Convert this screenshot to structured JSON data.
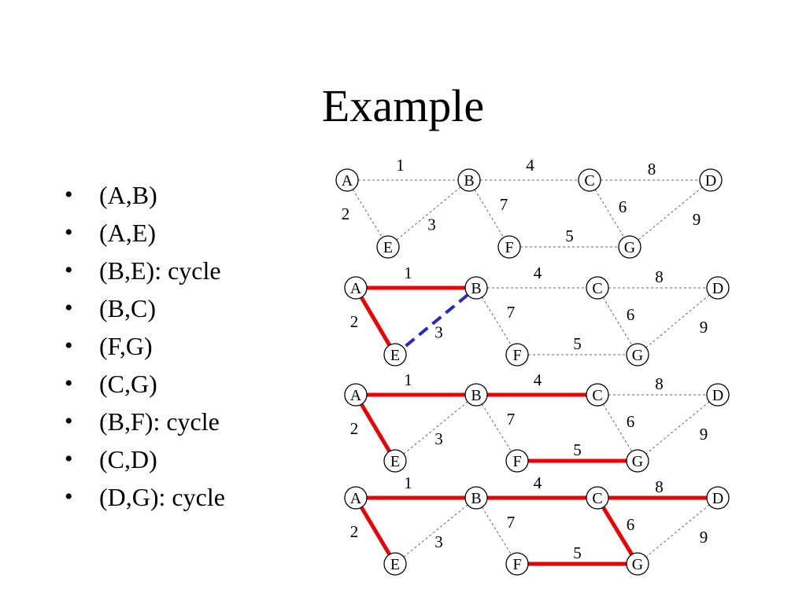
{
  "title": "Example",
  "bullets": [
    "(A,B)",
    "(A,E)",
    "(B,E): cycle",
    "(B,C)",
    "(F,G)",
    "(C,G)",
    "(B,F): cycle",
    "(C,D)",
    "(D,G): cycle"
  ],
  "graph": {
    "nodes": [
      "A",
      "B",
      "C",
      "D",
      "E",
      "F",
      "G"
    ],
    "edges": [
      {
        "from": "A",
        "to": "B",
        "weight": "1"
      },
      {
        "from": "A",
        "to": "E",
        "weight": "2"
      },
      {
        "from": "B",
        "to": "E",
        "weight": "3"
      },
      {
        "from": "B",
        "to": "C",
        "weight": "4"
      },
      {
        "from": "F",
        "to": "G",
        "weight": "5"
      },
      {
        "from": "C",
        "to": "G",
        "weight": "6"
      },
      {
        "from": "B",
        "to": "F",
        "weight": "7"
      },
      {
        "from": "C",
        "to": "D",
        "weight": "8"
      },
      {
        "from": "D",
        "to": "G",
        "weight": "9"
      }
    ]
  },
  "stages": [
    {
      "tree": [],
      "rejected": []
    },
    {
      "tree": [
        "A-B",
        "A-E"
      ],
      "rejected": [
        "B-E"
      ]
    },
    {
      "tree": [
        "A-B",
        "A-E",
        "B-C",
        "F-G"
      ],
      "rejected": []
    },
    {
      "tree": [
        "A-B",
        "A-E",
        "B-C",
        "F-G",
        "C-G",
        "C-D"
      ],
      "rejected": []
    }
  ],
  "colors": {
    "tree_edge": "#ee0000",
    "rejected_edge": "#2a2ab8",
    "plain_edge": "#666666"
  }
}
